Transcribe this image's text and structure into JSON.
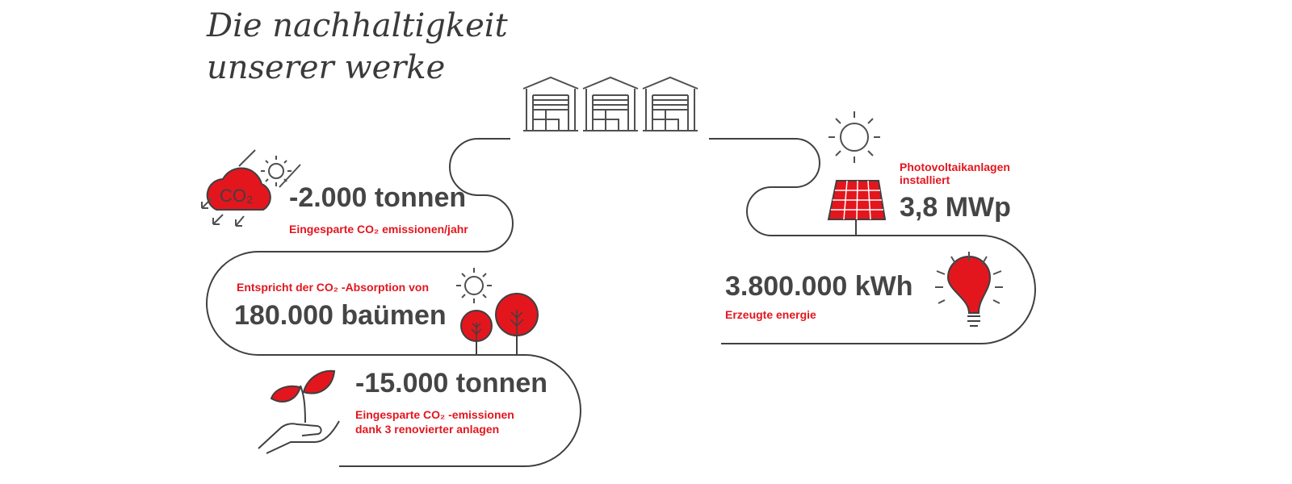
{
  "title": "Die nachhaltigkeit unserer werke",
  "stats": {
    "co2_annual": {
      "value": "-2.000 tonnen",
      "label": "Eingesparte CO₂ emissionen/jahr"
    },
    "trees": {
      "label": "Entspricht der CO₂ -Absorption von",
      "value": "180.000 baümen"
    },
    "renovated": {
      "value": "-15.000 tonnen",
      "label_line1": "Eingesparte CO₂ -emissionen",
      "label_line2": "dank 3 renovierter anlagen"
    },
    "photovoltaic": {
      "label_line1": "Photovoltaikanlagen",
      "label_line2": "installiert",
      "value": "3,8 MWp"
    },
    "energy": {
      "value": "3.800.000 kWh",
      "label": "Erzeugte energie"
    }
  },
  "icons": {
    "factories": "warehouse-icon",
    "co2": "co2-cloud-icon",
    "tree": "tree-icon",
    "plant": "plant-in-hand-icon",
    "sun": "sun-icon",
    "panel": "solar-panel-icon",
    "bulb": "light-bulb-icon"
  },
  "colors": {
    "accent": "#e3161e",
    "line": "#404040",
    "text": "#454545"
  }
}
